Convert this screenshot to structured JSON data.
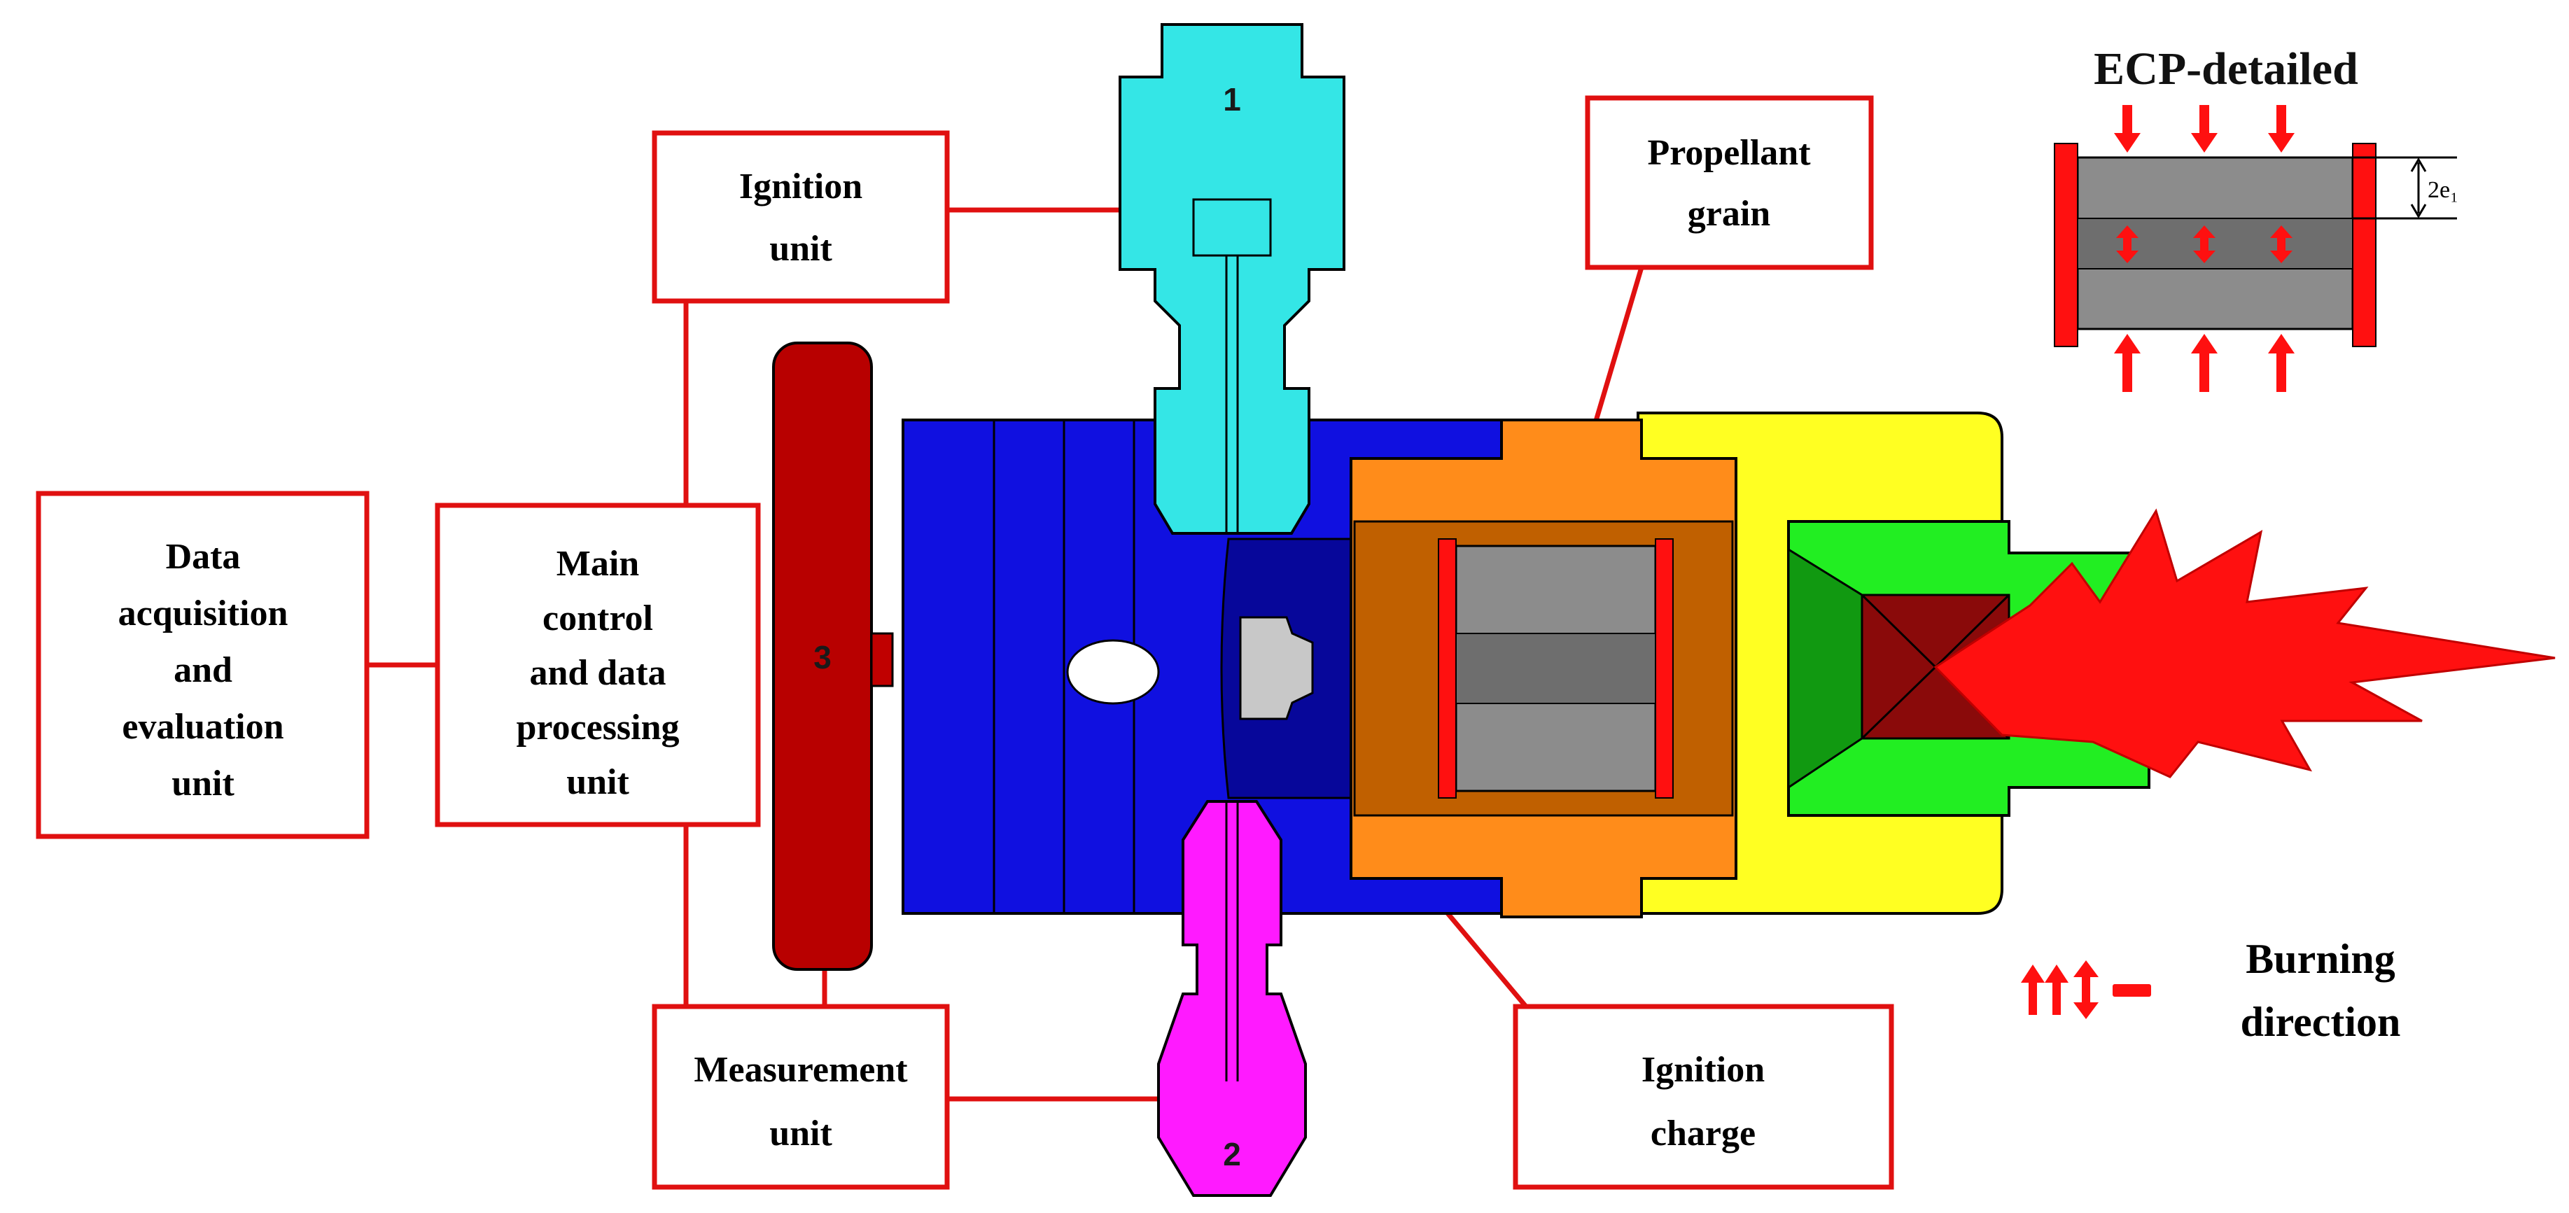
{
  "title": "ECP-detailed",
  "dimension_label": "2e₁",
  "colors": {
    "box_stroke": "#e01010",
    "ignition_unit": "#34e6e6",
    "measurement_unit": "#ff1aff",
    "chamber": "#1010e0",
    "chamber_dark": "#07079a",
    "nozzle_housing": "#ff8c1a",
    "yellow_housing": "#ffff22",
    "green_nozzle": "#22ee22",
    "flame": "#ff1010",
    "grain": "#8c8c8c",
    "darkred_part": "#b80000"
  },
  "labels": {
    "ignition_unit": [
      "Ignition",
      "unit"
    ],
    "propellant_grain": [
      "Propellant",
      "grain"
    ],
    "data_acquisition": [
      "Data",
      "acquisition",
      "and",
      "evaluation",
      "unit"
    ],
    "main_control": [
      "Main",
      "control",
      "and data",
      "processing",
      "unit"
    ],
    "measurement_unit": [
      "Measurement",
      "unit"
    ],
    "ignition_charge": [
      "Ignition",
      "charge"
    ],
    "burning_direction": [
      "Burning",
      "direction"
    ]
  },
  "part_numbers": {
    "ignition_unit_part": "1",
    "measurement_unit_part": "2",
    "dark_red_part": "3"
  }
}
